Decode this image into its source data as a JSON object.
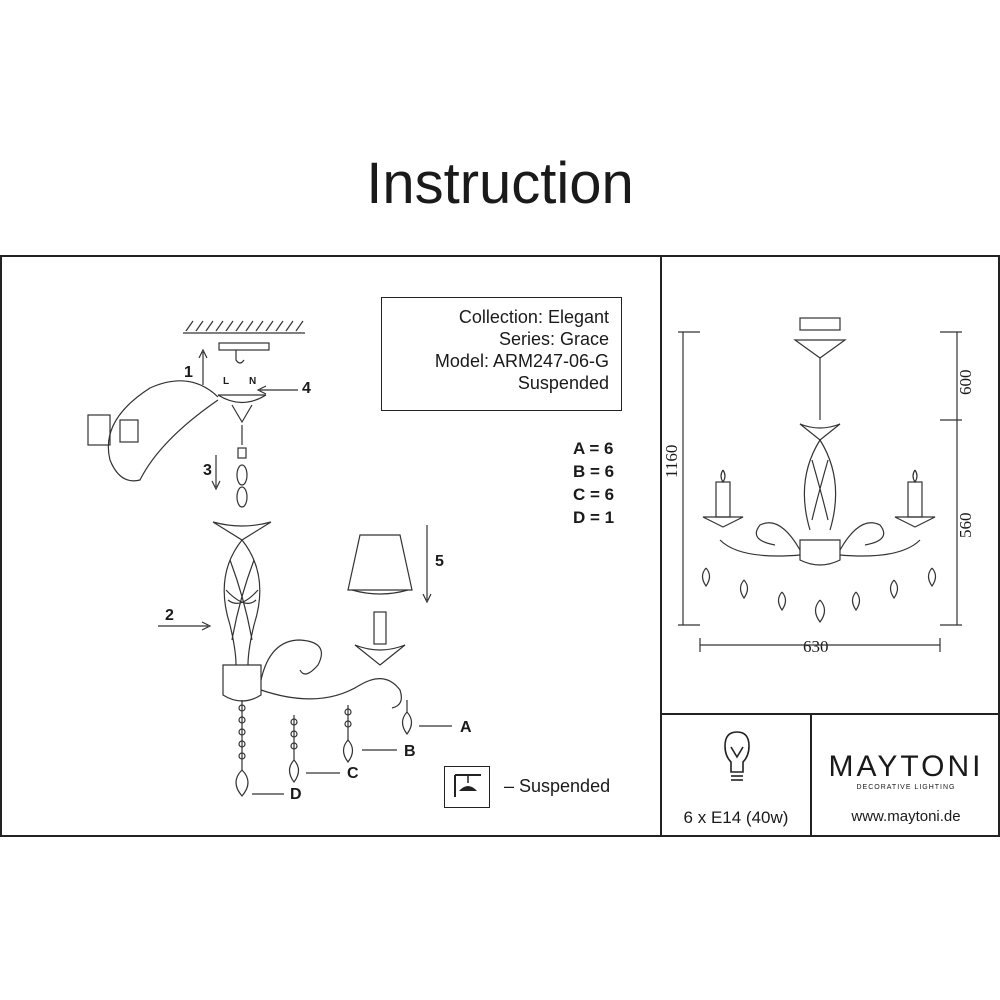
{
  "title": "Instruction",
  "info": {
    "collection": "Collection: Elegant",
    "series": "Series: Grace",
    "model": "Model: ARM247-06-G",
    "mount": "Suspended"
  },
  "parts": [
    "A = 6",
    "B = 6",
    "C = 6",
    "D = 1"
  ],
  "step_labels": {
    "s1": "1",
    "s2": "2",
    "s3": "3",
    "s4": "4",
    "s5": "5"
  },
  "wire_labels": {
    "live": "L",
    "neutral": "N"
  },
  "pendant_labels": {
    "a": "A",
    "b": "B",
    "c": "C",
    "d": "D"
  },
  "legend": {
    "suspended": "– Suspended"
  },
  "dimensions": {
    "total_height": "1160",
    "top_height": "600",
    "body_height": "560",
    "width": "630"
  },
  "bulb": "6 x E14 (40w)",
  "brand": {
    "name": "MAYTONI",
    "tagline": "DECORATIVE LIGHTING",
    "url": "www.maytoni.de"
  }
}
